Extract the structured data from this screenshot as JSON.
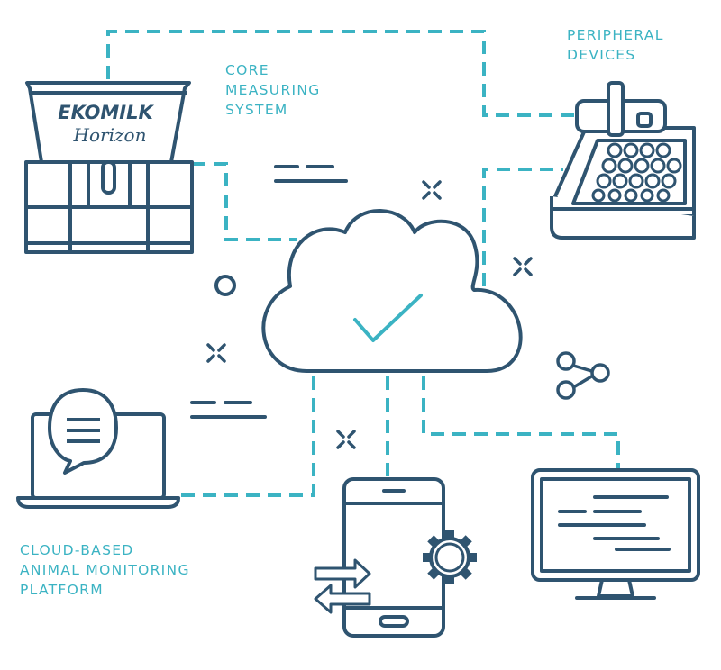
{
  "colors": {
    "navy": "#2f5470",
    "teal": "#3bb3c3",
    "background": "#ffffff"
  },
  "labels": {
    "core": [
      "CORE",
      "MEASURING",
      "SYSTEM"
    ],
    "peripheral": [
      "PERIPHERAL",
      "DEVICES"
    ],
    "cloud_platform": [
      "CLOUD-BASED",
      "ANIMAL MONITORING",
      "PLATFORM"
    ]
  },
  "device": {
    "brand": "EKOMILK",
    "model": "Horizon"
  },
  "icons": [
    "milk-analyzer-icon",
    "cash-register-icon",
    "cloud-check-icon",
    "laptop-chat-icon",
    "smartphone-sync-icon",
    "gear-icon",
    "monitor-icon",
    "share-icon",
    "sparkle-icon",
    "circle-icon"
  ]
}
